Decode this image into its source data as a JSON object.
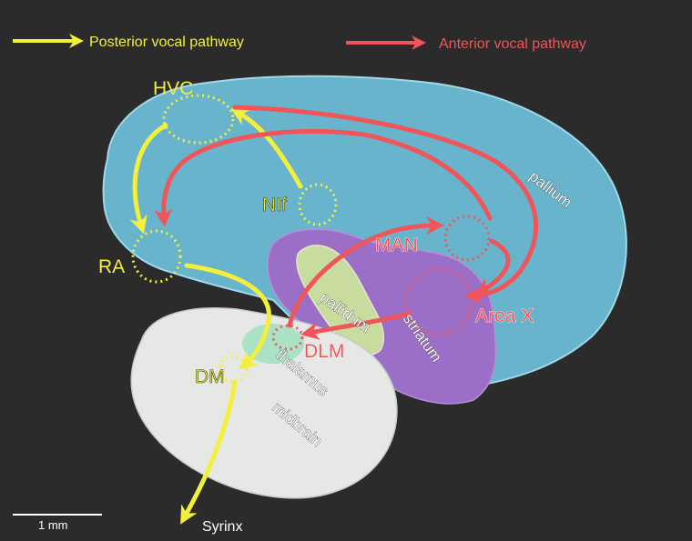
{
  "legend": {
    "posterior": {
      "label": "Posterior vocal pathway",
      "color": "#f3ef3a"
    },
    "anterior": {
      "label": "Anterior vocal pathway",
      "color": "#f0555a"
    }
  },
  "nuclei": {
    "hvc": "HVC",
    "nif": "NIf",
    "ra": "RA",
    "man": "MAN",
    "area_x": "Area X",
    "dlm": "DLM",
    "dm": "DM"
  },
  "regions": {
    "pallium": "pallium",
    "pallidum": "pallidum",
    "striatum": "striatum",
    "thalamus": "thalamus",
    "midbrain": "midbrain"
  },
  "output_label": "Syrinx",
  "scale_bar": "1 mm",
  "colors": {
    "background": "#2b2b2b",
    "pallium": "#6fc3de",
    "striatum": "#9b6fc7",
    "pallidum": "#c9dca0",
    "midbrain": "#e6e8e6",
    "thalamus": "#9fe0c0"
  }
}
